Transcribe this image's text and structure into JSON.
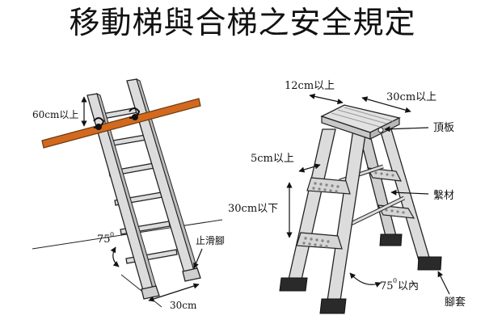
{
  "title": "移動梯與合梯之安全規定",
  "straight_ladder": {
    "top_width": "60cm以上",
    "angle_value": "75",
    "angle_unit": "0",
    "anti_slip_feet": "止滑腳",
    "bottom_width": "30cm"
  },
  "step_ladder": {
    "top_depth": "12cm以上",
    "top_width": "30cm以上",
    "top_board": "頂板",
    "step_depth": "5cm以上",
    "brace": "繫材",
    "step_spacing": "30cm以下",
    "angle_value": "75",
    "angle_unit": "0",
    "angle_suffix": "以內",
    "foot_cover": "腳套"
  },
  "colors": {
    "ladder_fill": "#dcdcdc",
    "wood_bar": "#d2691e",
    "foot_cover": "#2a2a2a"
  }
}
